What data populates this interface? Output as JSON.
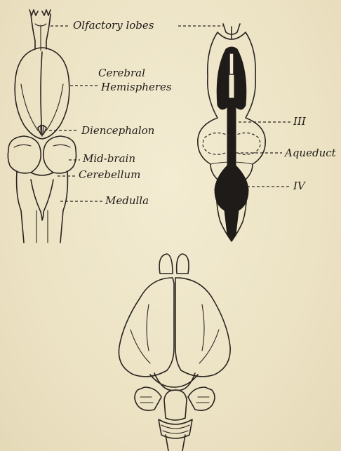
{
  "labels": {
    "olfactory_lobes": "Olfactory lobes",
    "cerebral_line1": "Cerebral",
    "cerebral_line2": "Hemispheres",
    "diencephalon": "Diencephalon",
    "mid_brain": "Mid-brain",
    "cerebellum": "Cerebellum",
    "medulla": "Medulla",
    "ventricle_iii": "III",
    "aqueduct": "Aqueduct",
    "ventricle_iv": "IV"
  },
  "colors": {
    "paper": "#efe6c9",
    "ink": "#2a2520",
    "ventricle_fill": "#1e1b18"
  }
}
